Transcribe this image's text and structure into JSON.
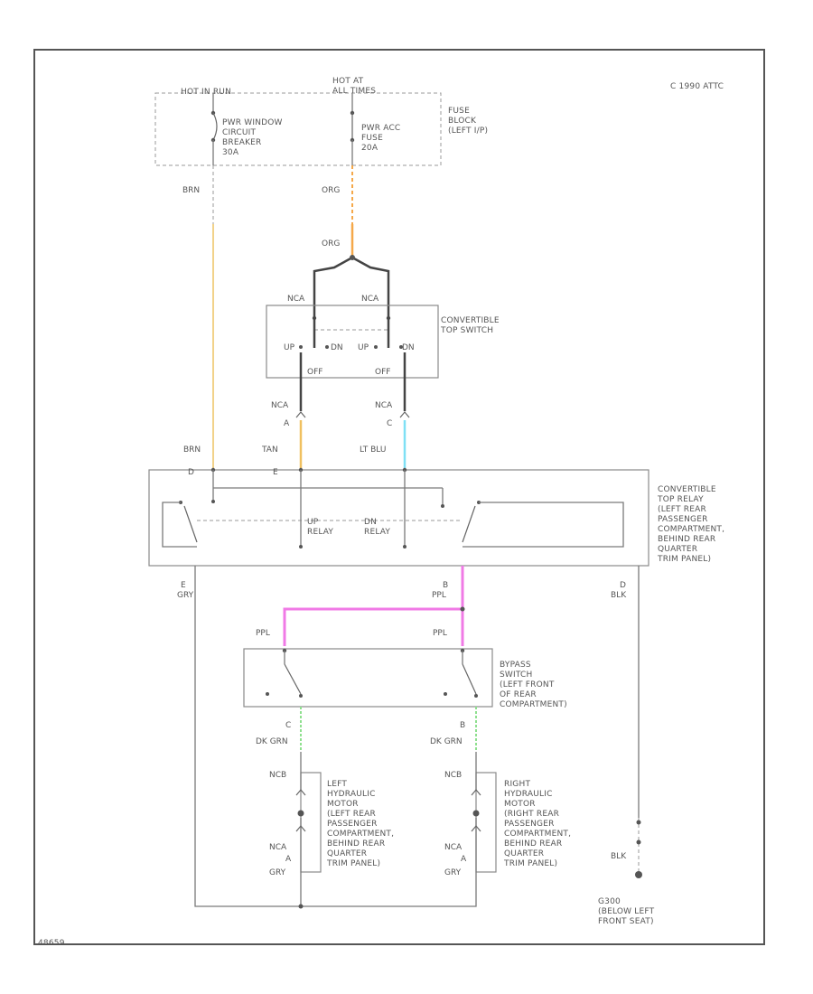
{
  "diagram": {
    "copyright": "C 1990 ATTC",
    "footer_code": "48659",
    "colors": {
      "brn": "#f2d28a",
      "org": "#f5a84a",
      "tan": "#f0c060",
      "lt_blu": "#7fe0f5",
      "ppl": "#f07ae6",
      "dk_grn": "#8fe08f",
      "line": "#7a7a7a"
    },
    "fuse_block": {
      "hot_run": "HOT IN RUN",
      "hot_all": "HOT AT\nALL TIMES",
      "breaker": "PWR WINDOW\nCIRCUIT\nBREAKER\n30A",
      "fuse": "PWR ACC\nFUSE\n20A",
      "name": "FUSE\nBLOCK\n(LEFT I/P)"
    },
    "wires": {
      "brn1": "BRN",
      "org1": "ORG",
      "org2": "ORG",
      "brn2": "BRN",
      "tan": "TAN",
      "ltblu": "LT BLU",
      "gry": "GRY",
      "ppl1": "PPL",
      "ppl2": "PPL",
      "ppl3": "PPL",
      "blk1": "BLK",
      "blk2": "BLK",
      "dkgrn1": "DK GRN",
      "dkgrn2": "DK GRN",
      "gry2": "GRY",
      "gry3": "GRY"
    },
    "connectors": {
      "nca1": "NCA",
      "nca2": "NCA",
      "nca3": "NCA",
      "nca4": "NCA",
      "nca5": "NCA",
      "nca6": "NCA",
      "ncb1": "NCB",
      "ncb2": "NCB",
      "pin_a": "A",
      "pin_c": "C",
      "pin_e": "E",
      "pin_b": "B",
      "pin_d": "D",
      "pin_c2": "C",
      "pin_b2": "B",
      "pin_a2": "A",
      "pin_a3": "A"
    },
    "top_switch": {
      "name": "CONVERTIBLE\nTOP SWITCH",
      "up1": "UP",
      "dn1": "DN",
      "up2": "UP",
      "dn2": "DN",
      "off1": "OFF",
      "off2": "OFF"
    },
    "relay": {
      "name": "CONVERTIBLE\nTOP RELAY\n(LEFT REAR\nPASSENGER\nCOMPARTMENT,\nBEHIND REAR\nQUARTER\nTRIM PANEL)",
      "up": "UP\nRELAY",
      "dn": "DN\nRELAY"
    },
    "bypass": {
      "name": "BYPASS\nSWITCH\n(LEFT FRONT\nOF REAR\nCOMPARTMENT)"
    },
    "motors": {
      "left": "LEFT\nHYDRAULIC\nMOTOR\n(LEFT REAR\nPASSENGER\nCOMPARTMENT,\nBEHIND REAR\nQUARTER\nTRIM PANEL)",
      "right": "RIGHT\nHYDRAULIC\nMOTOR\n(RIGHT REAR\nPASSENGER\nCOMPARTMENT,\nBEHIND REAR\nQUARTER\nTRIM PANEL)"
    },
    "ground": {
      "name": "G300\n(BELOW LEFT\nFRONT SEAT)"
    }
  }
}
